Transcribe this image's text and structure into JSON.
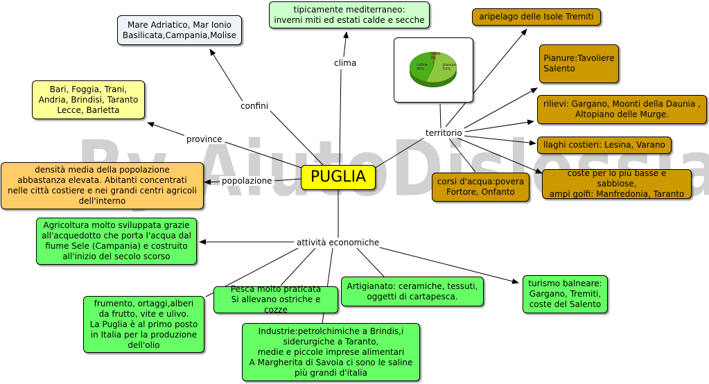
{
  "watermark": "By AiutoDislessia.net",
  "center": "PUGLIA",
  "links": {
    "confini": "confini",
    "clima": "clima",
    "province": "province",
    "popolazione": "popolazione",
    "territorio": "territorio",
    "attivita": "attività economiche"
  },
  "nodes": {
    "confini": "Mare Adriatico, Mar Ionio\nBasilicata,Campania,Molise",
    "clima": "tipicamente mediterraneo:\ninverni miti ed estati calde e secche",
    "province": "Bari, Foggia, Trani,\nAndria, Brindisi, Taranto\nLecce, Barletta",
    "popolazione": "densità media della popolazione\nabbastanza elevata. Abitanti concentrati\nnelle città costiere e nei grandi centri agricoli\ndell'interno",
    "tremiti": "aripelago delle Isole Tremiti",
    "pianure": "Pianure:Tavoliere\n           Salento",
    "rilievi": "rilievi: Gargano, Moonti della Daunia ,\nAltopiano delle Murge.",
    "laghi": "llaghi costieri: Lesina, Varano",
    "coste": "coste per lo più basse e sabbiose,\nampi golfi: Manfredonia, Taranto",
    "corsi": "corsi d'acqua:povera\nFortore,  Onfanto",
    "agricoltura": "Agricoltura molto sviluppata grazie\nall'acquedotto che porta l'acqua dal\nfiume Sele (Campania) e costruito\nall'inizio del secolo scorso",
    "frumento": "frumento, ortaggi,alberi\nda frutto, vite e ulivo.\nLa Puglia è al primo posto\nin Italia per la produzione\ndell'olio",
    "pesca": "Pesca molto praticata\nSi allevano ostriche e cozze",
    "artigianato": "Artigianato: ceramiche, tessuti,\noggetti di cartapesca.",
    "turismo": "turismo balneare:\nGargano, Tremiti,\ncoste del Salento",
    "industrie": "Industrie:petrolchimiche a Brindis,i\nsiderurgiche a Taranto,\nmedie e piccole imprese alimentari\nA Margherita di Savoia ci sono le saline\npiù grandi d'italia"
  },
  "colors": {
    "gray": "#eef3f6",
    "lightgreen": "#ccffcc",
    "yellow": "#ffff99",
    "orange": "#ffcc66",
    "green": "#66ff66",
    "gold": "#cc9900",
    "center": "#ffff00"
  },
  "pie": {
    "slices": [
      {
        "label": "monti",
        "value": 2,
        "color": "#cc6600"
      },
      {
        "label": "pianure",
        "value": 53,
        "color": "#8dc63f"
      },
      {
        "label": "colline",
        "value": 45,
        "color": "#4caf1a"
      }
    ],
    "labels": [
      "monti\n2%",
      "pianure\n53%",
      "colline\n45%"
    ]
  }
}
